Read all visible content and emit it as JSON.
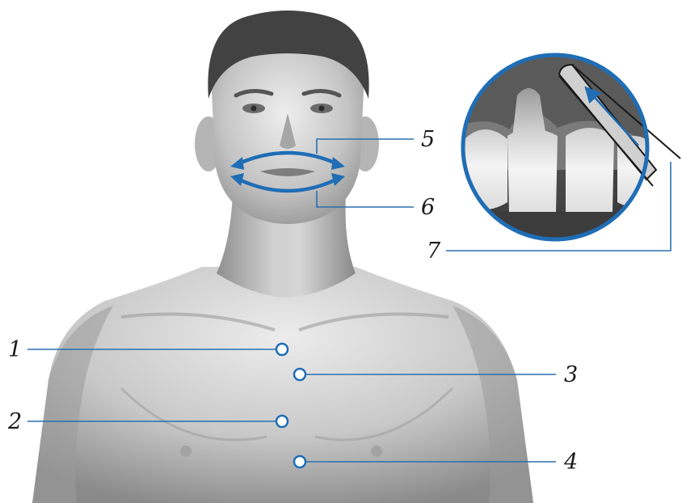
{
  "labels": {
    "l1": "1",
    "l2": "2",
    "l3": "3",
    "l4": "4",
    "l5": "5",
    "l6": "6",
    "l7": "7"
  },
  "colors": {
    "accent": "#1f6db5",
    "leader": "#2a6fb0",
    "skin_light": "#e4e4e4",
    "skin_mid": "#b9b9b9",
    "skin_dark": "#7d7d7d",
    "hair": "#3c3c3c",
    "gum": "#6a6a6a",
    "tooth": "#f2f2f2"
  }
}
